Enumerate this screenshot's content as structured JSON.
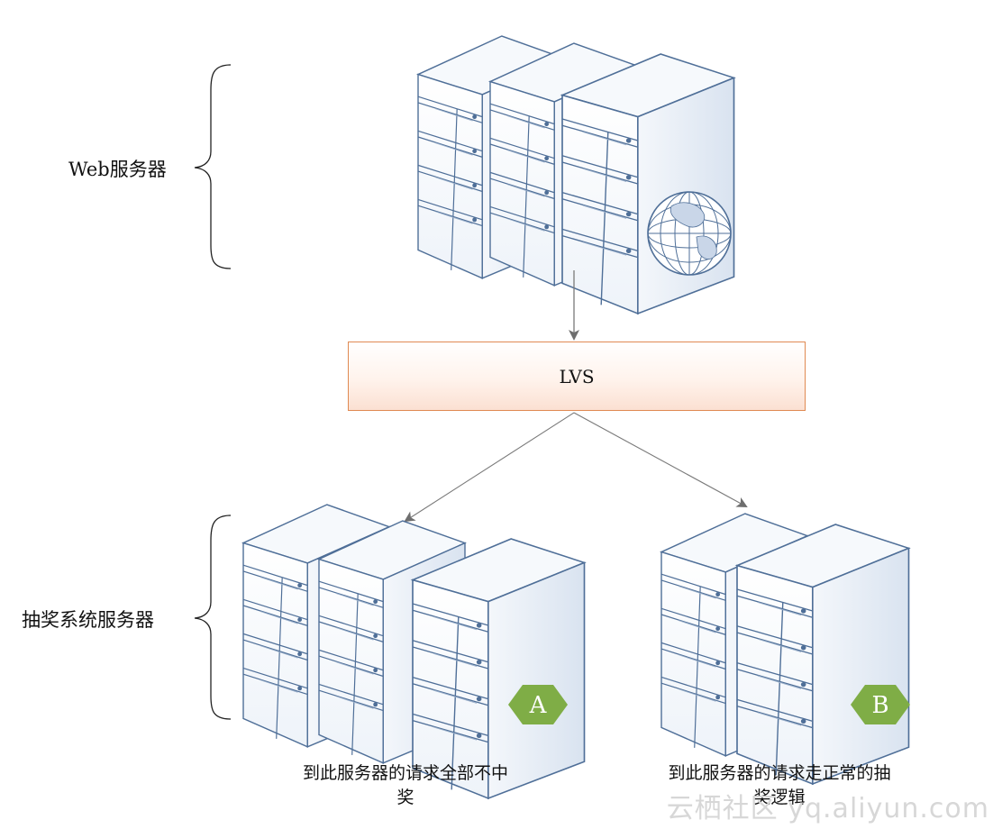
{
  "groups": {
    "web_label": "Web服务器",
    "lottery_label": "抽奖系统服务器"
  },
  "lvs": {
    "label": "LVS"
  },
  "clusters": {
    "a": {
      "badge": "A",
      "caption_line1": "到此服务器的请求全部不中",
      "caption_line2": "奖"
    },
    "b": {
      "badge": "B",
      "caption_line1": "到此服务器的请求走正常的抽",
      "caption_line2": "奖逻辑"
    }
  },
  "watermark": "云栖社区 yq.aliyun.com",
  "colors": {
    "server_fill": "#ffffff",
    "server_side": "#e3ebf5",
    "server_stroke": "#4f6f98",
    "badge": "#7fad46",
    "lvs_border": "#e08a52",
    "arrow": "#7a7a7a"
  }
}
